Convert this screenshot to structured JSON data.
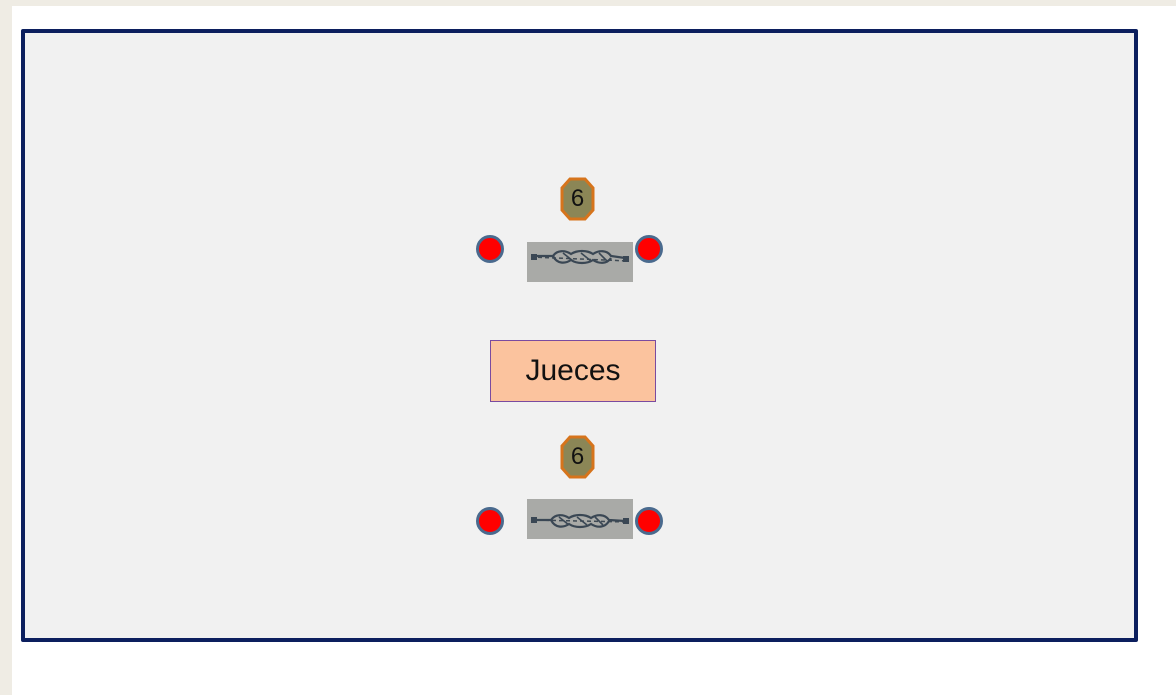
{
  "diagram": {
    "top_group": {
      "count": "6"
    },
    "center_label": "Jueces",
    "bottom_group": {
      "count": "6"
    }
  },
  "colors": {
    "field_border": "#0c1f5e",
    "field_fill": "#f1f1f1",
    "badge_fill": "#8b8656",
    "badge_border": "#d6741c",
    "dot_fill": "#ff0000",
    "dot_border": "#4a6a8e",
    "label_fill": "#fbc39e",
    "label_border": "#7a4ba0"
  },
  "icons": {
    "rope": "rope-icon",
    "endpoint": "red-dot-icon",
    "badge": "octagon-badge-icon"
  }
}
